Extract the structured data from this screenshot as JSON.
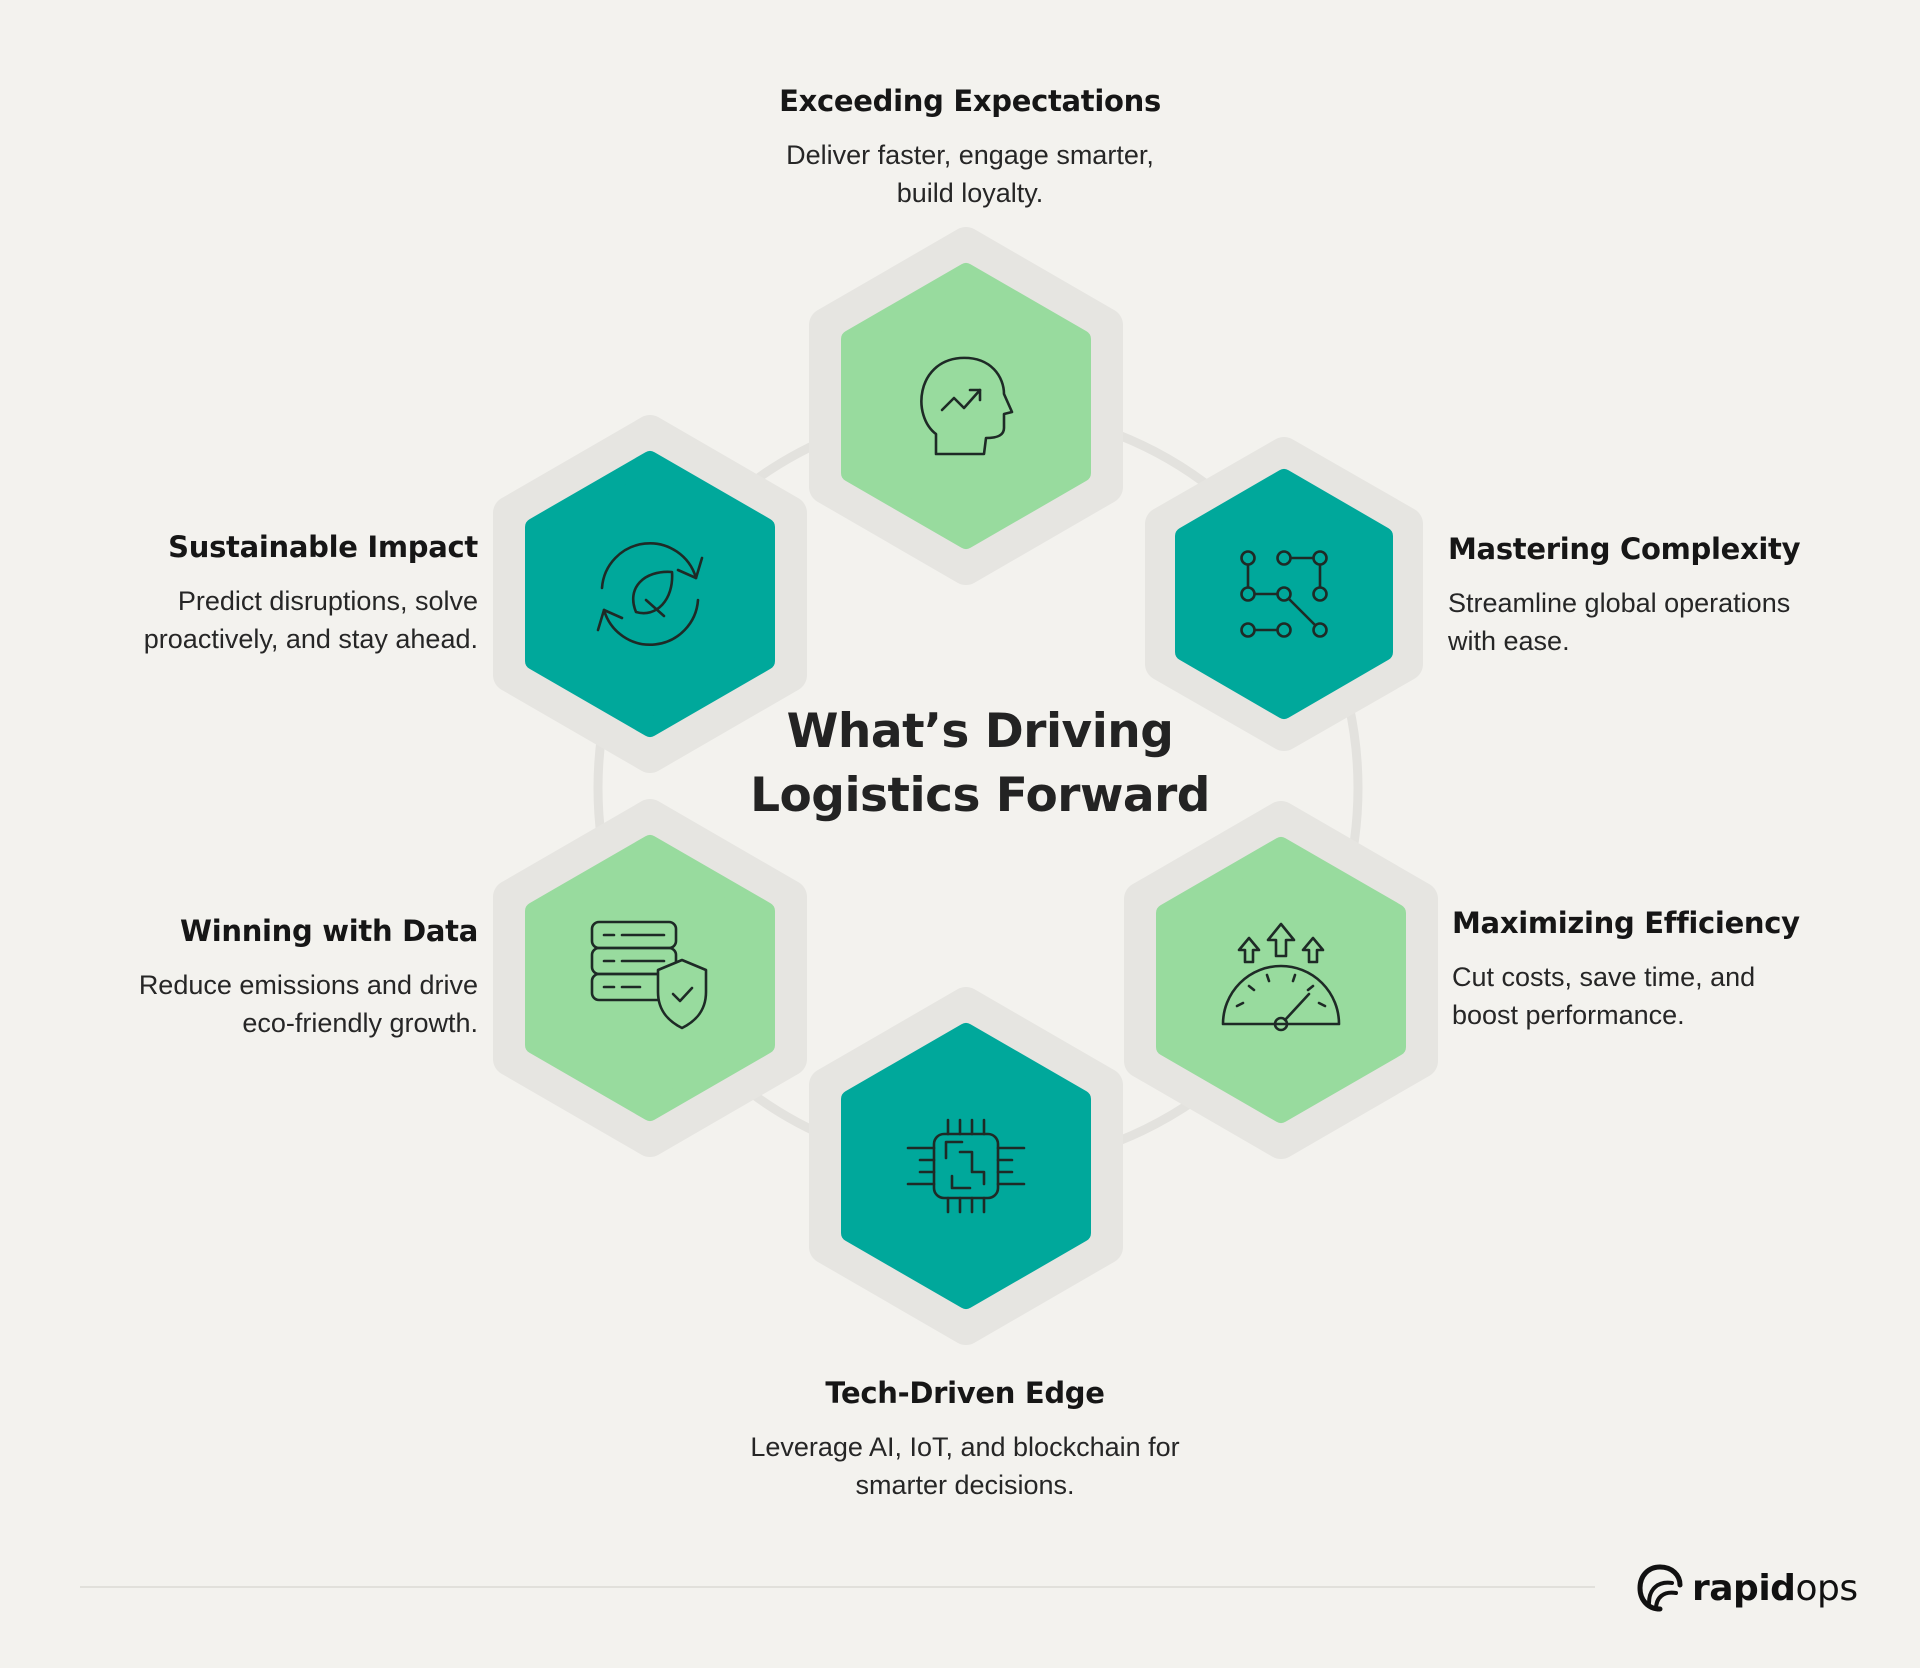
{
  "title": {
    "line1": "What’s Driving",
    "line2": "Logistics Forward"
  },
  "items": [
    {
      "heading": "Exceeding Expectations",
      "line1": "Deliver faster, engage smarter,",
      "line2": "build loyalty.",
      "icon": "head-growth-icon"
    },
    {
      "heading": "Mastering Complexity",
      "line1": "Streamline global operations",
      "line2": "with ease.",
      "icon": "network-nodes-icon"
    },
    {
      "heading": "Maximizing Efficiency",
      "line1": "Cut costs, save time, and",
      "line2": "boost performance.",
      "icon": "speedometer-icon"
    },
    {
      "heading": "Tech-Driven Edge",
      "line1": "Leverage AI, IoT, and blockchain for",
      "line2": "smarter decisions.",
      "icon": "microchip-icon"
    },
    {
      "heading": "Winning with Data",
      "line1": "Reduce emissions and drive",
      "line2": "eco-friendly growth.",
      "icon": "database-shield-icon"
    },
    {
      "heading": "Sustainable Impact",
      "line1": "Predict disruptions, solve",
      "line2": "proactively, and stay ahead.",
      "icon": "leaf-cycle-icon"
    }
  ],
  "colors": {
    "background": "#f3f2ee",
    "light_green": "#98db9e",
    "teal": "#00a89b",
    "halo": "#e6e5e1",
    "ring": "#e3e2de",
    "icon_stroke": "#1e2a26"
  },
  "brand": {
    "name_bold": "rapid",
    "name_light": "ops"
  }
}
